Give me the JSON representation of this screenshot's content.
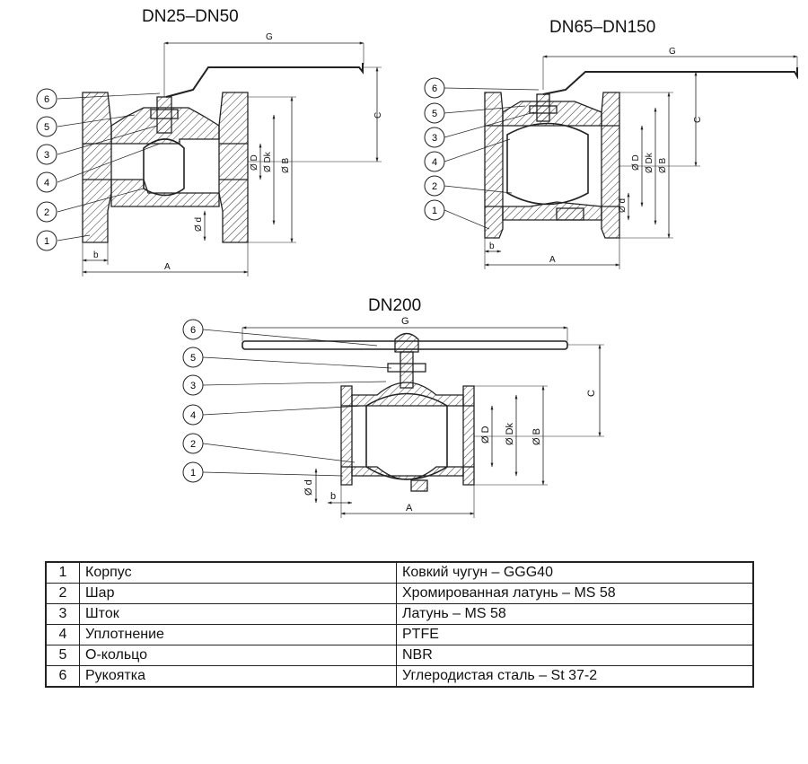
{
  "titles": {
    "small": "DN25–DN50",
    "medium": "DN65–DN150",
    "large": "DN200"
  },
  "dimensions": {
    "A": "A",
    "B": "Ø B",
    "C": "C",
    "D": "Ø D",
    "Dk": "Ø Dk",
    "G": "G",
    "b": "b",
    "d": "Ø d"
  },
  "callouts": [
    "1",
    "2",
    "3",
    "4",
    "5",
    "6"
  ],
  "parts": [
    {
      "num": "1",
      "name": "Корпус",
      "material": "Ковкий чугун – GGG40"
    },
    {
      "num": "2",
      "name": "Шар",
      "material": "Хромированная латунь – MS 58"
    },
    {
      "num": "3",
      "name": "Шток",
      "material": "Латунь – MS 58"
    },
    {
      "num": "4",
      "name": "Уплотнение",
      "material": "PTFE"
    },
    {
      "num": "5",
      "name": "О-кольцо",
      "material": "NBR"
    },
    {
      "num": "6",
      "name": "Рукоятка",
      "material": "Углеродистая сталь – St 37-2"
    }
  ]
}
